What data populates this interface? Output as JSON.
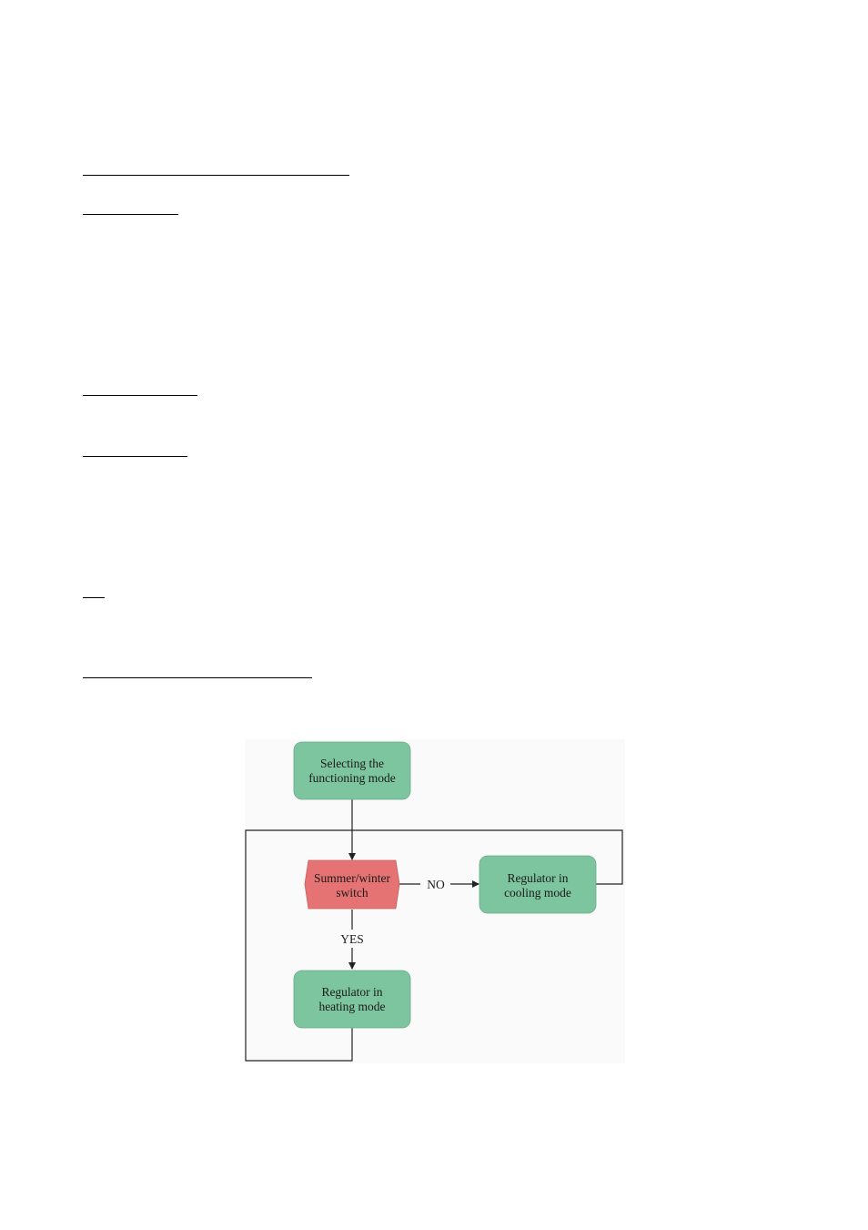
{
  "diagram": {
    "nodes": {
      "start": {
        "lines": [
          "Selecting the",
          "functioning mode"
        ],
        "color": "#7dc59e"
      },
      "switch": {
        "lines": [
          "Summer/winter",
          "switch"
        ],
        "color": "#e57373"
      },
      "cooling": {
        "lines": [
          "Regulator in",
          "cooling mode"
        ],
        "color": "#7dc59e"
      },
      "heating": {
        "lines": [
          "Regulator in",
          "heating mode"
        ],
        "color": "#7dc59e"
      }
    },
    "edges": {
      "no_label": "NO",
      "yes_label": "YES"
    }
  }
}
